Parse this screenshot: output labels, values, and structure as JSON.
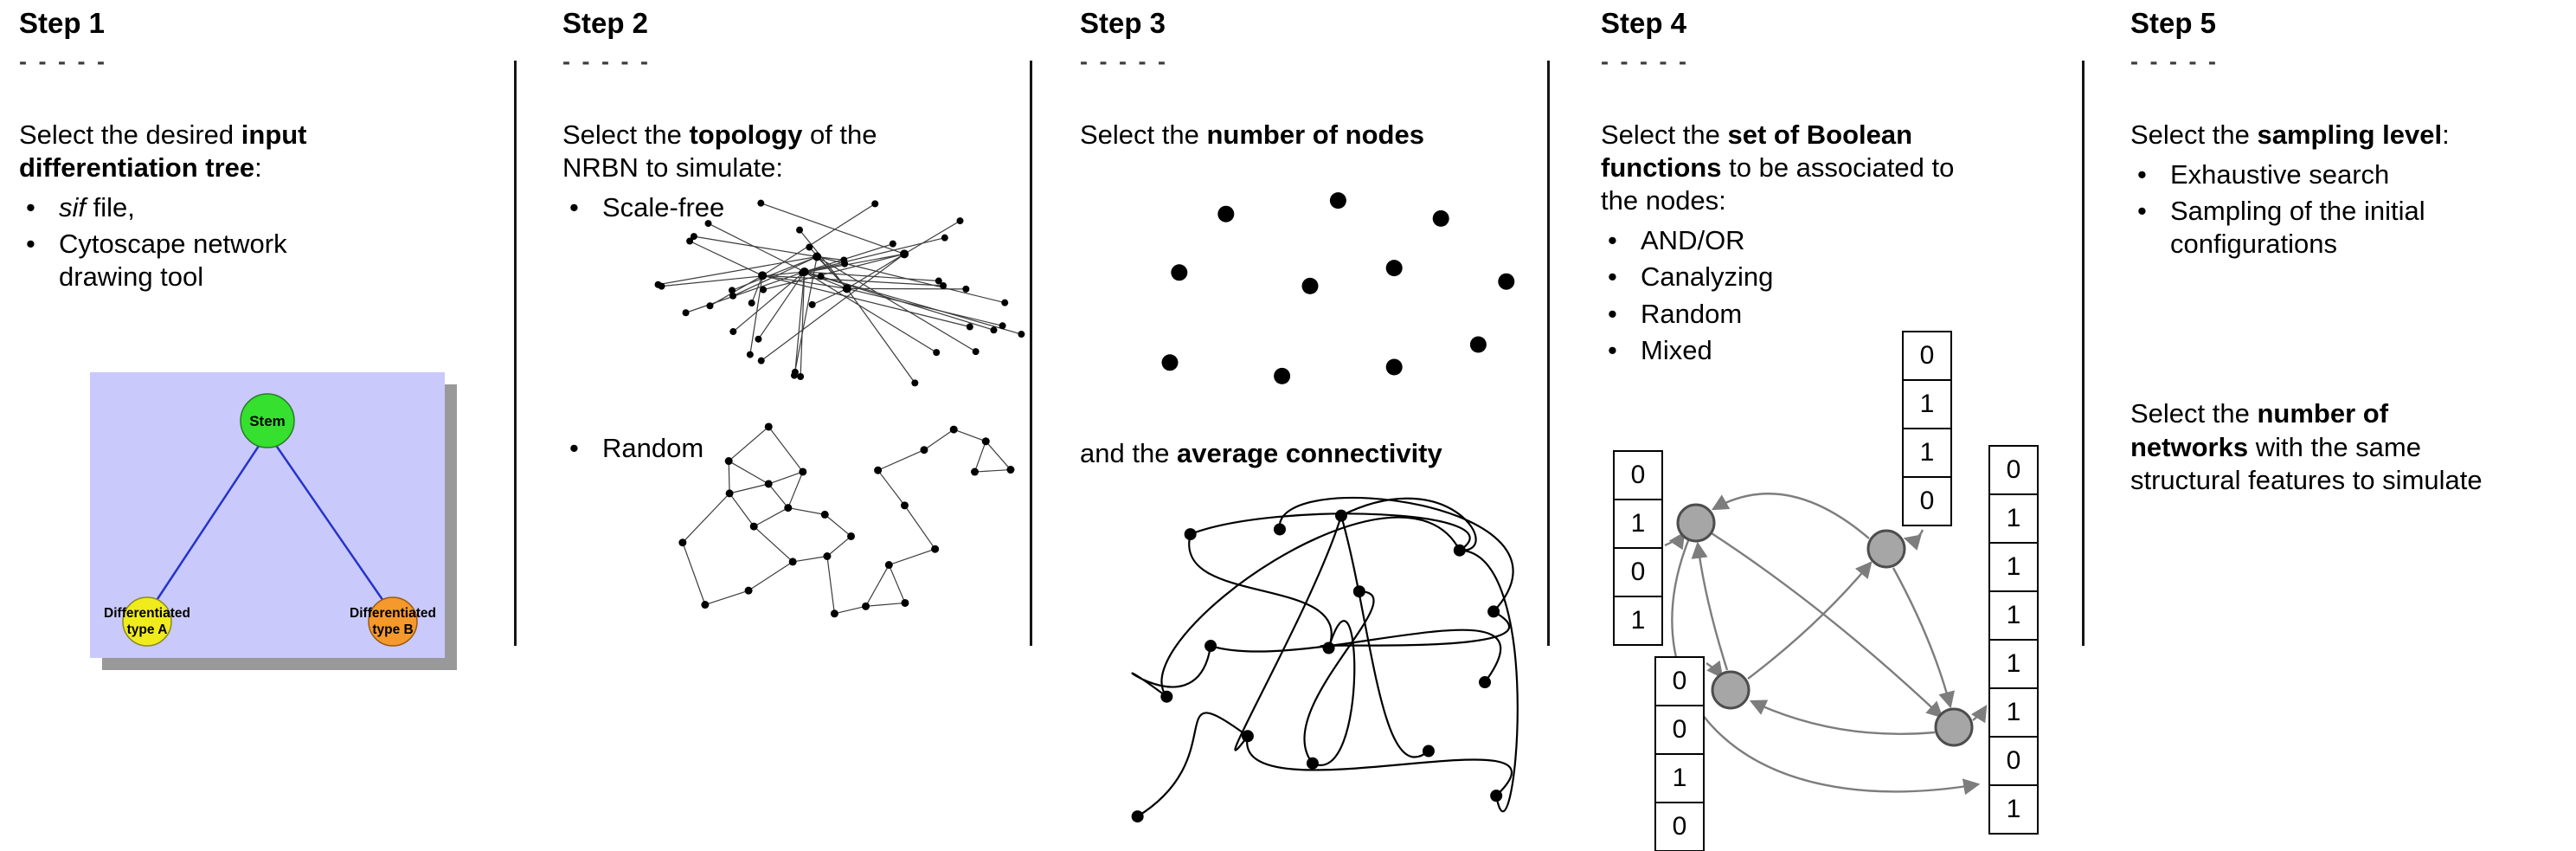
{
  "steps": [
    {
      "title": "Step 1",
      "dashes": "- - - - -",
      "intro": [
        {
          "t": "Select the desired "
        },
        {
          "t": "input",
          "b": true
        },
        {
          "br": true
        },
        {
          "t": "differentiation tree",
          "b": true
        },
        {
          "t": ":"
        }
      ],
      "bullets": [
        [
          {
            "t": "sif",
            "i": true
          },
          {
            "t": " file,"
          }
        ],
        [
          {
            "t": "Cytoscape network"
          },
          {
            "br": true
          },
          {
            "t": "drawing tool"
          }
        ]
      ],
      "tree": {
        "background": "#c9c9fb",
        "shadow": "#999999",
        "edge_color": "#2633c8",
        "stem": {
          "label": "Stem",
          "color": "#35e02e"
        },
        "type_a": {
          "label_line1": "Differentiated",
          "label_line2": "type A",
          "color": "#f0ec1c"
        },
        "type_b": {
          "label_line1": "Differentiated",
          "label_line2": "type B",
          "color": "#f5992c"
        }
      }
    },
    {
      "title": "Step 2",
      "dashes": "- - - - -",
      "intro": [
        {
          "t": "Select the "
        },
        {
          "t": "topology",
          "b": true
        },
        {
          "t": " of the"
        },
        {
          "br": true
        },
        {
          "t": "NRBN to simulate:"
        }
      ],
      "bullets": [
        [
          {
            "t": "Scale-free"
          }
        ],
        [
          {
            "t": "Random"
          }
        ]
      ]
    },
    {
      "title": "Step 3",
      "dashes": "- - - - -",
      "intro": [
        {
          "t": "Select the "
        },
        {
          "t": "number of nodes",
          "b": true
        }
      ],
      "second": [
        {
          "t": "and the "
        },
        {
          "t": "average connectivity",
          "b": true
        }
      ]
    },
    {
      "title": "Step 4",
      "dashes": "- - - - -",
      "intro": [
        {
          "t": "Select the "
        },
        {
          "t": "set of Boolean",
          "b": true
        },
        {
          "br": true
        },
        {
          "t": "functions",
          "b": true
        },
        {
          "t": " to be associated to"
        },
        {
          "br": true
        },
        {
          "t": "the nodes:"
        }
      ],
      "bullets": [
        [
          {
            "t": "AND/OR"
          }
        ],
        [
          {
            "t": "Canalyzing"
          }
        ],
        [
          {
            "t": "Random"
          }
        ],
        [
          {
            "t": "Mixed"
          }
        ]
      ],
      "figure": {
        "node_color": "#a6a6a6",
        "node_border": "#4d4d4d",
        "arrow_color": "#7d7d7d",
        "tables": [
          {
            "name": "left-table",
            "cells": [
              "0",
              "1",
              "0",
              "1"
            ]
          },
          {
            "name": "bottom-left-table",
            "cells": [
              "0",
              "0",
              "1",
              "0"
            ]
          },
          {
            "name": "top-table",
            "cells": [
              "0",
              "1",
              "1",
              "0"
            ]
          },
          {
            "name": "right-table",
            "cells": [
              "0",
              "1",
              "1",
              "1",
              "1",
              "1",
              "0",
              "1"
            ]
          }
        ]
      }
    },
    {
      "title": "Step 5",
      "dashes": "- - - - -",
      "intro": [
        {
          "t": "Select the "
        },
        {
          "t": "sampling level",
          "b": true
        },
        {
          "t": ":"
        }
      ],
      "bullets": [
        [
          {
            "t": "Exhaustive search"
          }
        ],
        [
          {
            "t": "Sampling of the initial"
          },
          {
            "br": true
          },
          {
            "t": "configurations"
          }
        ]
      ],
      "second": [
        {
          "t": "Select the "
        },
        {
          "t": "number of",
          "b": true
        },
        {
          "br": true
        },
        {
          "t": "networks",
          "b": true
        },
        {
          "t": " with the same"
        },
        {
          "br": true
        },
        {
          "t": "structural features to simulate"
        }
      ]
    }
  ]
}
